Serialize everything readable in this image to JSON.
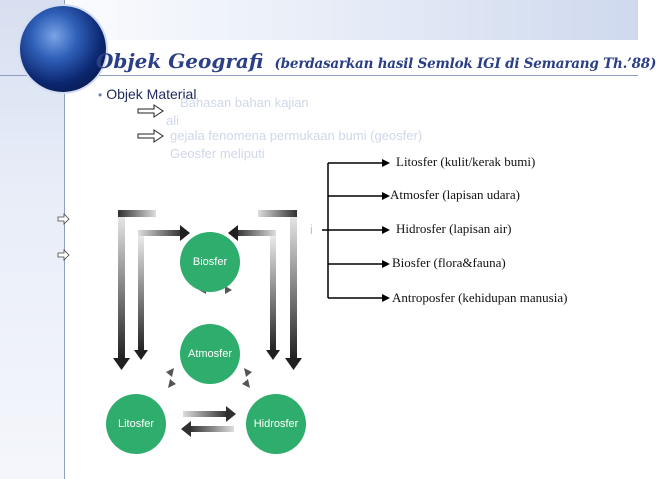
{
  "title": {
    "main": "Objek Geografi",
    "sub": "(berdasarkan hasil Semlok IGI di Semarang Th.’88)"
  },
  "bullet": "Objek Material",
  "faded_text": [
    "Bahasan bahan kajian",
    "ali",
    "gejala fenomena permukaan bumi (geosfer)",
    "Geosfer meliputi"
  ],
  "faded_i": "i",
  "spheres": [
    "Litosfer (kulit/kerak bumi)",
    "Atmosfer (lapisan udara)",
    "Hidrosfer (lapisan air)",
    "Biosfer (flora&fauna)",
    "Antroposfer (kehidupan manusia)"
  ],
  "cycle": {
    "biosfer": "Biosfer",
    "atmosfer": "Atmosfer",
    "litosfer": "Litosfer",
    "hidrosfer": "Hidrosfer"
  },
  "colors": {
    "node": "#2ead6c",
    "title": "#2a3f86",
    "accent": "#8f9fc4"
  }
}
